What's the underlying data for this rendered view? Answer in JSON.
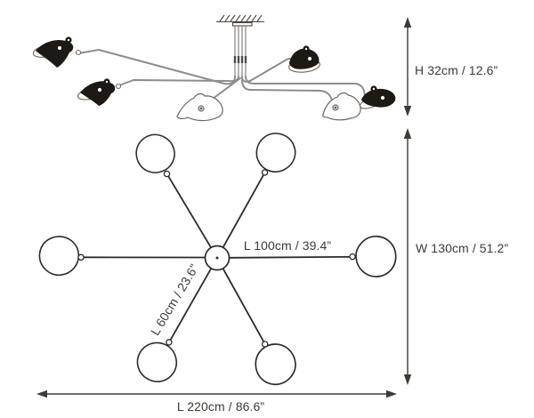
{
  "labels": {
    "height": "H 32cm / 12.6”",
    "width": "W 130cm / 51.2”",
    "overall_length": "L 220cm / 86.6”",
    "long_arm_length": "L 100cm / 39.4”",
    "short_arm_length": "L 60cm / 23.6”"
  },
  "colors": {
    "background": "#ffffff",
    "dimension_line": "#3e3a36",
    "text": "#3e3a36",
    "plan_outline": "#2b2b2b",
    "arm_gray": "#8d8d8d",
    "shade_black": "#1d1915"
  }
}
